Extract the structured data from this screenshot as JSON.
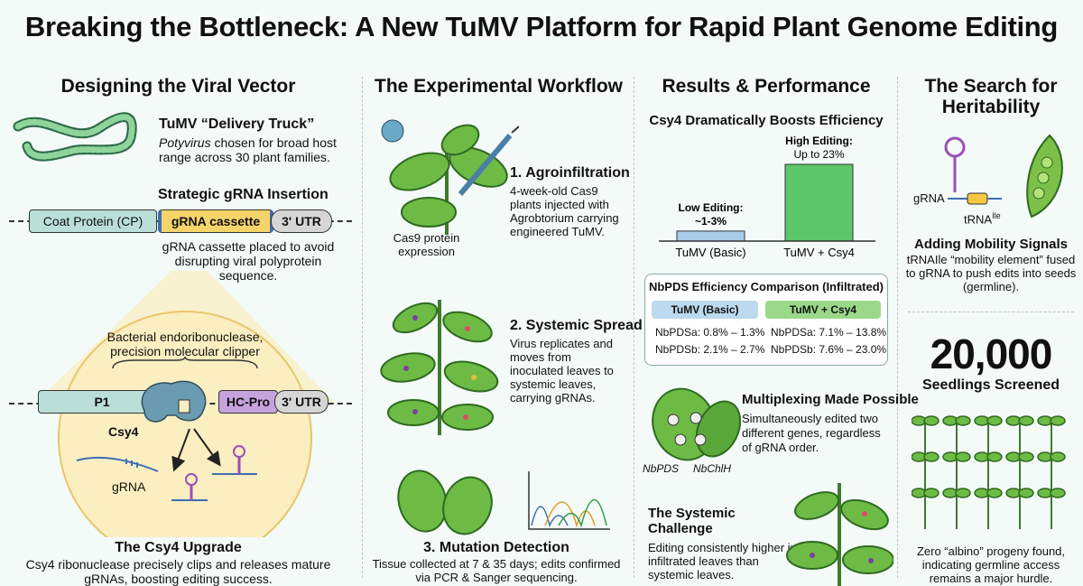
{
  "title": "Breaking the Bottleneck: A New TuMV Platform for Rapid Plant Genome Editing",
  "columns": {
    "c1": "Designing the Viral Vector",
    "c2": "The Experimental Workflow",
    "c3": "Results & Performance",
    "c4": "The Search for Heritability"
  },
  "vector": {
    "truck_title": "TuMV “Delivery Truck”",
    "truck_italic": "Potyvirus",
    "truck_desc": " chosen for broad host range across 30 plant families.",
    "strategic_title": "Strategic gRNA Insertion",
    "genome": [
      "Coat Protein (CP)",
      "gRNA cassette",
      "3' UTR"
    ],
    "strategic_desc": "gRNA cassette placed to avoid disrupting viral polyprotein sequence.",
    "clipper_desc": "Bacterial endoribonuclease, precision molecular clipper",
    "genome2": [
      "P1",
      "HC-Pro",
      "3' UTR"
    ],
    "csy4_label": "Csy4",
    "grna_label": "gRNA",
    "upgrade_title": "The Csy4 Upgrade",
    "upgrade_desc": "Csy4 ribonuclease precisely clips and releases mature gRNAs, boosting editing success."
  },
  "workflow": {
    "cas9_caption": "Cas9 protein expression",
    "step1_title": "1. Agroinfiltration",
    "step1_desc": "4-week-old Cas9 plants injected with Agrobtorium carrying engineered TuMV.",
    "step2_title": "2. Systemic Spread",
    "step2_desc": "Virus replicates and moves from inoculated leaves to systemic leaves, carrying gRNAs.",
    "step3_title": "3. Mutation Detection",
    "step3_desc": "Tissue collected at 7 & 35 days; edits confirmed via PCR & Sanger sequencing."
  },
  "results": {
    "chart_title": "Csy4 Dramatically Boosts Efficiency",
    "table_title": "NbPDS Efficiency Comparison (Infiltrated)",
    "table_headers": [
      "TuMV (Basic)",
      "TuMV + Csy4"
    ],
    "table_rows": [
      [
        "NbPDSa: 0.8% – 1.3%",
        "NbPDSa: 7.1% – 13.8%"
      ],
      [
        "NbPDSb: 2.1% – 2.7%",
        "NbPDSb: 7.6% – 23.0%"
      ]
    ],
    "multiplex_title": "Multiplexing Made Possible",
    "multiplex_desc": "Simultaneously edited two different genes, regardless of gRNA order.",
    "gene1": "NbPDS",
    "gene2": "NbChlH",
    "systemic_title": "The Systemic Challenge",
    "systemic_desc": "Editing consistently higher in infiltrated leaves than systemic leaves."
  },
  "chart_data": {
    "type": "bar",
    "title": "Csy4 Dramatically Boosts Efficiency",
    "categories": [
      "TuMV (Basic)",
      "TuMV + Csy4"
    ],
    "values": [
      3,
      23
    ],
    "annotations": [
      {
        "line1": "Low Editing:",
        "line2": "~1-3%"
      },
      {
        "line1": "High Editing:",
        "line2": "Up to 23%"
      }
    ],
    "colors": [
      "#a9cde8",
      "#5cc86a"
    ],
    "ylim": [
      0,
      23
    ],
    "grid": false
  },
  "heritability": {
    "grna_label": "gRNA",
    "trna_label": "tRNA",
    "trna_sup": "Ile",
    "mobility_title": "Adding Mobility Signals",
    "mobility_desc": "tRNAIle “mobility element” fused to gRNA to push edits into seeds (germline).",
    "big_number": "20,000",
    "big_label": "Seedlings Screened",
    "final_desc": "Zero “albino” progeny found, indicating germline access remains a major hurdle."
  },
  "colors": {
    "background": "#f3faf8",
    "coat_protein": "#b9dfd8",
    "grna_cassette": "#f5d46a",
    "utr": "#d6d6d6",
    "hcpro": "#c6a3dd",
    "csy4": "#6a9bb0",
    "leaf": "#6dbb45",
    "bar_basic": "#a9cde8",
    "bar_csy4": "#5cc86a",
    "circle_bg": "#fbeec1"
  }
}
